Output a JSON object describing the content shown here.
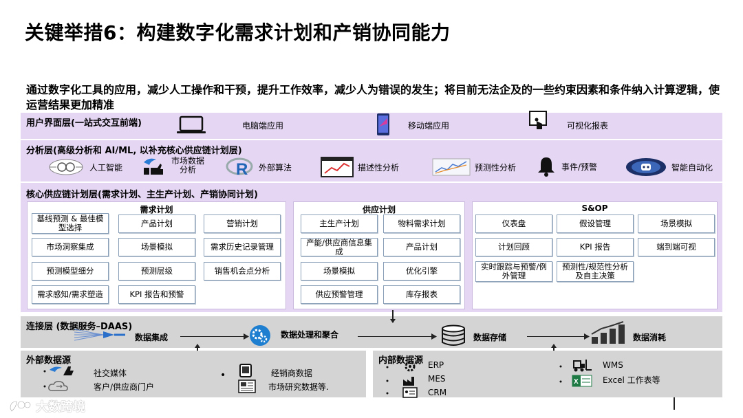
{
  "title": "关键举措6：构建数字化需求计划和产销协同能力",
  "intro": "通过数字化工具的应用，减少人工操作和干预，提升工作效率，减少人为错误的发生；将目前无法企及的一些约束因素和条件纳入计算逻辑，使运营结果更加精准",
  "ui_layer": {
    "label": "用户界面层(一站式交互前端)",
    "items": [
      "电脑端应用",
      "移动端应用",
      "可视化报表"
    ]
  },
  "analysis_layer": {
    "label": "分析层(高级分析和 AI/ML, 以补充核心供应链计划层)",
    "items": [
      "人工智能",
      "市场数据分析",
      "外部算法",
      "描述性分析",
      "预测性分析",
      "事件/预警",
      "智能自动化"
    ]
  },
  "core_layer": {
    "label": "核心供应链计划层(需求计划、主生产计划、产销协同计划)",
    "demand": {
      "title": "需求计划",
      "boxes": [
        "基线预测 & 最佳模型选择",
        "产品计划",
        "营销计划",
        "市场洞察集成",
        "场景模拟",
        "需求历史记录管理",
        "预测模型细分",
        "预测层级",
        "销售机会点分析",
        "需求感知/需求塑造",
        "KPI 报告和预警"
      ]
    },
    "supply": {
      "title": "供应计划",
      "boxes": [
        "主生产计划",
        "物料需求计划",
        "产能/供应商信息集成",
        "产品计划",
        "场景模拟",
        "优化引擎",
        "供应预警管理",
        "库存报表"
      ]
    },
    "sop": {
      "title": "S&OP",
      "boxes": [
        "仪表盘",
        "假设管理",
        "场景模拟",
        "计划回顾",
        "KPI 报告",
        "端到端可视",
        "实时跟踪与预警/例外管理",
        "预测性/规范性分析及自主决策"
      ]
    }
  },
  "connect_layer": {
    "label": "连接层 (数据服务–DAAS)",
    "steps": [
      "数据集成",
      "数据处理和聚合",
      "数据存储",
      "数据消耗"
    ]
  },
  "external": {
    "label": "外部数据源",
    "items": [
      "社交媒体",
      "客户/供应商门户",
      "经销商数据",
      "市场研究数据等."
    ]
  },
  "internal": {
    "label": "内部数据源",
    "items": [
      "ERP",
      "MES",
      "CRM",
      "WMS",
      "Excel 工作表等"
    ]
  },
  "watermark": "大数跨境",
  "colors": {
    "band": "#e5d6f4",
    "gray": "#d4d4d4",
    "box_border": "#8aa0b8"
  }
}
